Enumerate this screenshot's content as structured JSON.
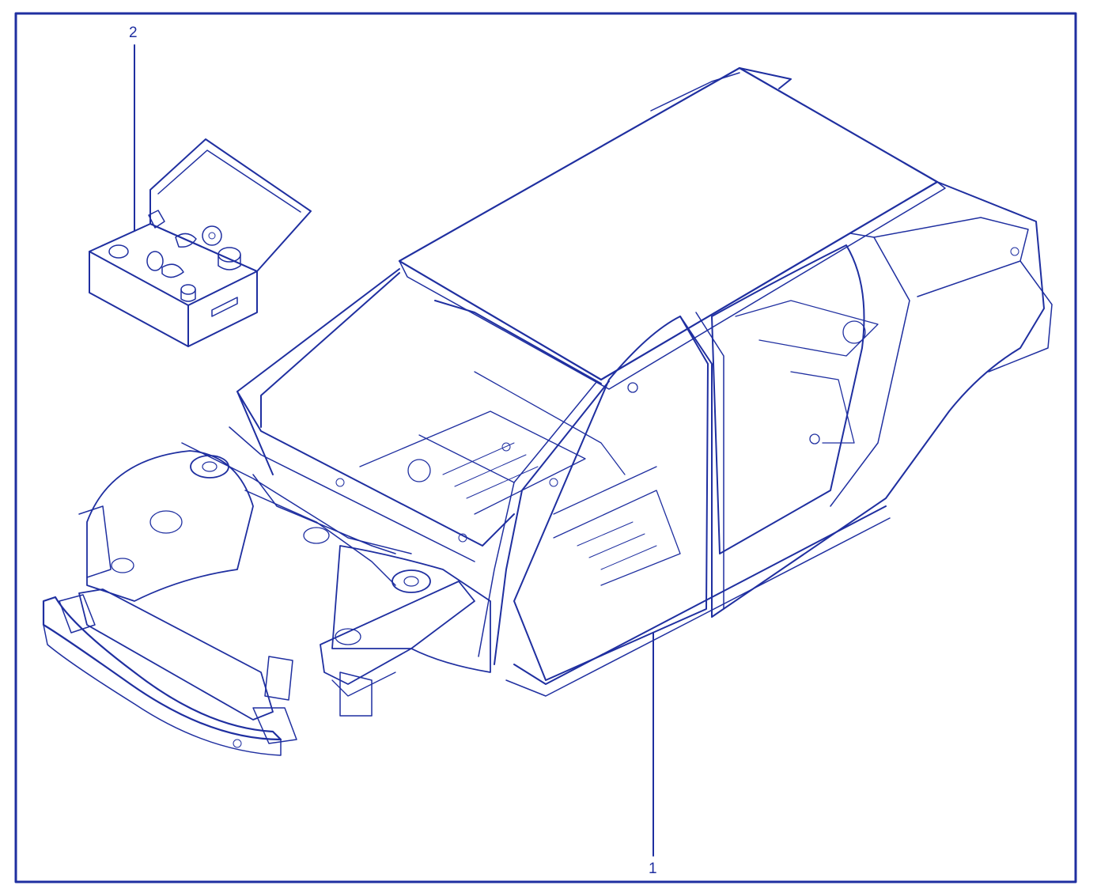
{
  "diagram": {
    "ink_color": "#1f2fa0",
    "background_color": "#ffffff",
    "callouts": [
      {
        "id": "1",
        "label": "1",
        "part": "body-in-white"
      },
      {
        "id": "2",
        "label": "2",
        "part": "parts-box"
      }
    ]
  }
}
